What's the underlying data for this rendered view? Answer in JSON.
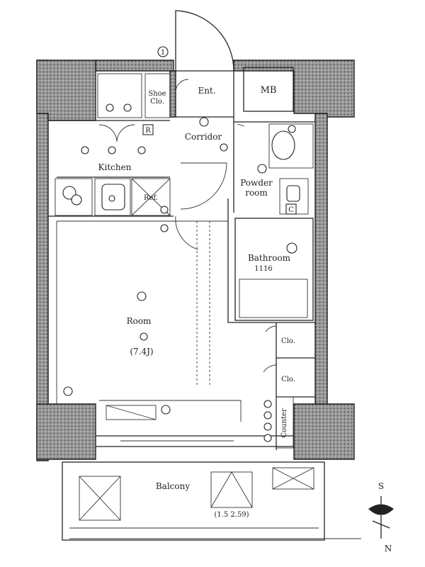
{
  "rooms": {
    "entrance": "Ent.",
    "mb": "MB",
    "corridor": "Corridor",
    "kitchen": "Kitchen",
    "powder_room_line1": "Powder",
    "powder_room_line2": "room",
    "bathroom_line1": "Bathroom",
    "bathroom_line2": "1116",
    "room": "Room",
    "room_size": "(7.4J)",
    "balcony": "Balcony",
    "closet_1": "Clo.",
    "closet_2": "Clo.",
    "counter": "Counter",
    "shoe_closet_line1": "Shoe",
    "shoe_closet_line2": "Clo.",
    "refrigerator_line1": "Ref.",
    "refrigerator_line2": "",
    "marker_r": "R",
    "marker_c": "C",
    "door_mark": "1",
    "balcony_note": "(1.5 2.59)"
  },
  "compass": {
    "top": "S",
    "bottom": "N"
  }
}
